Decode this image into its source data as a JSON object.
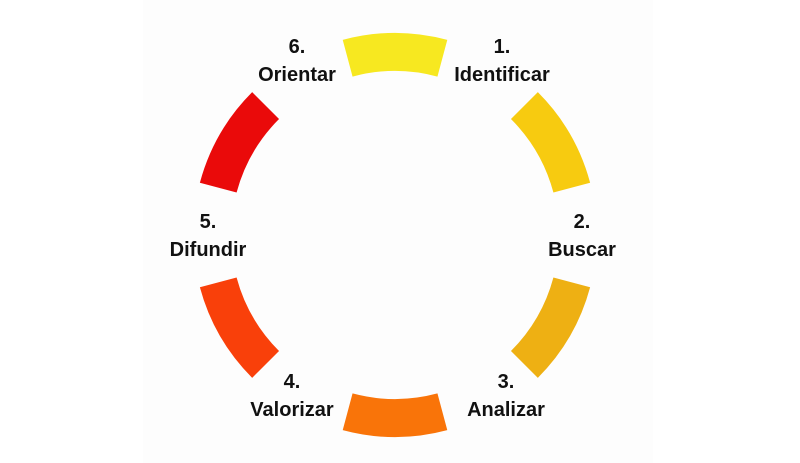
{
  "steps": [
    {
      "number": "1.",
      "label": "Identificar",
      "color": "#f7e820"
    },
    {
      "number": "2.",
      "label": "Buscar",
      "color": "#f7cb10"
    },
    {
      "number": "3.",
      "label": "Analizar",
      "color": "#eeb013"
    },
    {
      "number": "4.",
      "label": "Valorizar",
      "color": "#f97409"
    },
    {
      "number": "5.",
      "label": "Difundir",
      "color": "#f9400a"
    },
    {
      "number": "6.",
      "label": "Orientar",
      "color": "#ea0a0a"
    }
  ]
}
